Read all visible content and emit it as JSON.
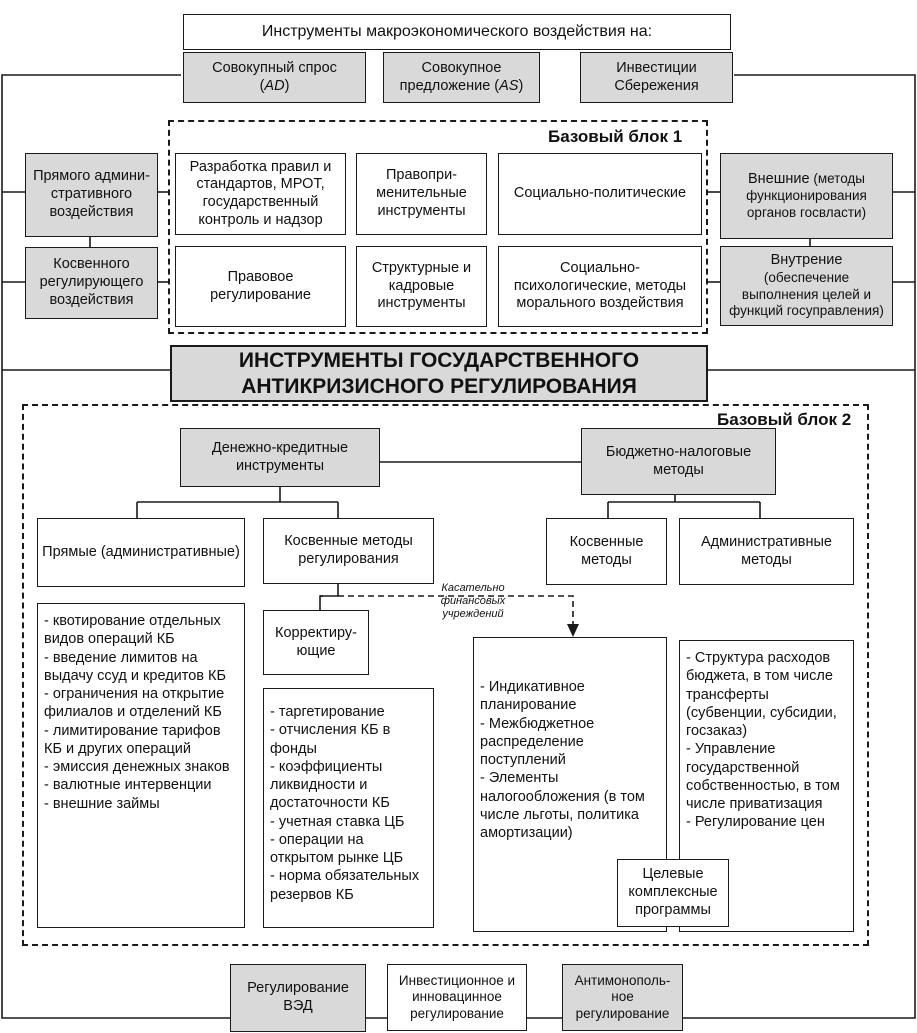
{
  "top": {
    "header": "Инструменты макроэкономического воздействия на:",
    "demand_l1": "Совокупный спрос",
    "demand_l2": "AD",
    "supply_l1": "Совокупное",
    "supply_l2": "предложение",
    "supply_var": "AS",
    "invest_l1": "Инвестиции",
    "invest_l2": "Сбережения"
  },
  "left": {
    "direct": "Прямого админи-стративного воздействия",
    "indirect": "Косвенного регулирующего воздействия"
  },
  "right": {
    "external_bold": "Внешние",
    "external_rest": "(методы функционирования органов госвласти)",
    "internal_bold": "Внутрение",
    "internal_rest": "(обеспечение выполнения целей и функций госуправления)"
  },
  "block1": {
    "label": "Базовый блок 1",
    "rules": "Разработка правил и стандартов, МРОТ, государственный контроль и надзор",
    "law_enforce": "Правопри-менительные инструменты",
    "socpol": "Социально-политические",
    "legal": "Правовое регулирование",
    "structural": "Структурные и кадровые инструменты",
    "socpsy": "Социально-психологические, методы морального воздействия"
  },
  "main_title": {
    "line1": "ИНСТРУМЕНТЫ ГОСУДАРСТВЕННОГО",
    "line2": "АНТИКРИЗИСНОГО РЕГУЛИРОВАНИЯ"
  },
  "block2": {
    "label": "Базовый блок 2",
    "monetary": "Денежно-кредитные инструменты",
    "fiscal": "Бюджетно-налоговые методы",
    "direct": "Прямые (административные)",
    "indirect_reg": "Косвенные методы регулирования",
    "fiscal_indirect": "Косвенные методы",
    "fiscal_admin": "Административные методы",
    "corrective": "Корректиру-ющие",
    "note": "Касательно финансовых учреждений",
    "targeted": "Целевые комплексные программы",
    "direct_list": [
      "- квотирование отдельных видов операций КБ",
      "- введение лимитов на выдачу ссуд и кредитов КБ",
      "- ограничения на открытие филиалов и отделений КБ",
      "- лимитирование тарифов КБ и других операций",
      "- эмиссия денежных знаков",
      "- валютные интервенции",
      "- внешние займы"
    ],
    "indirect_list": [
      "- таргетирование",
      "- отчисления КБ в фонды",
      "- коэффициенты ликвидности и достаточности КБ",
      "- учетная ставка ЦБ",
      "- операции на открытом рынке ЦБ",
      "- норма обязательных резервов КБ"
    ],
    "fiscal_ind_list": [
      "- Индикативное планирование",
      "- Межбюджетное распределение поступлений",
      "- Элементы налогообложения (в том числе льготы, политика амортизации)"
    ],
    "fiscal_adm_list": [
      "- Структура расходов бюджета, в том числе трансферты (субвенции, субсидии, госзаказ)",
      "- Управление государственной собственностью, в том числе приватизация",
      "- Регулирование цен"
    ]
  },
  "bottom": {
    "ved": "Регулирование ВЭД",
    "innov": "Инвестиционное и инновацинное регулирование",
    "antimono": "Антимонополь-ное регулирование"
  }
}
